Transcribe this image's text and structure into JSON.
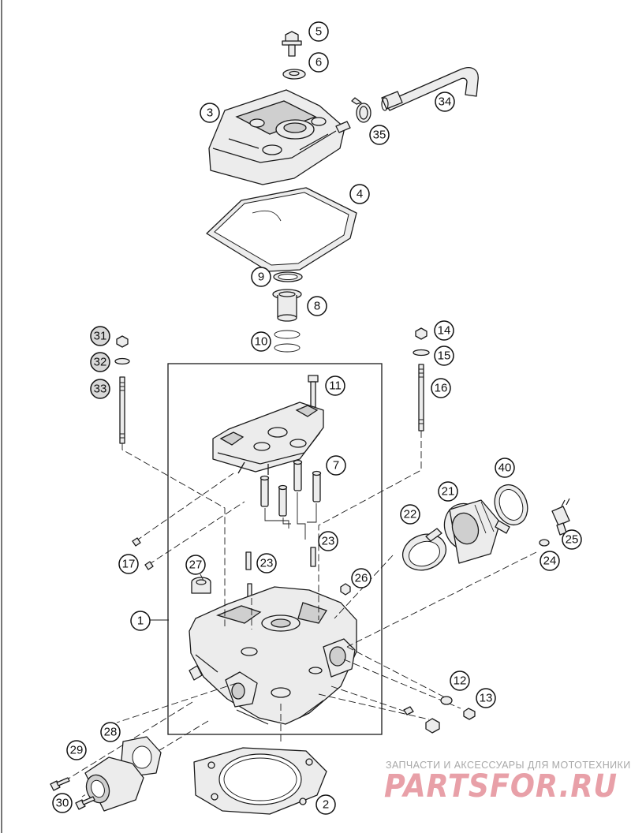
{
  "callouts": {
    "c1": "1",
    "c2": "2",
    "c3": "3",
    "c4": "4",
    "c5": "5",
    "c6": "6",
    "c7": "7",
    "c8": "8",
    "c9": "9",
    "c10": "10",
    "c11": "11",
    "c12": "12",
    "c13": "13",
    "c14": "14",
    "c15": "15",
    "c16": "16",
    "c17": "17",
    "c21": "21",
    "c22": "22",
    "c23a": "23",
    "c23b": "23",
    "c24": "24",
    "c25": "25",
    "c26": "26",
    "c27": "27",
    "c28": "28",
    "c29": "29",
    "c30": "30",
    "c31": "31",
    "c32": "32",
    "c33": "33",
    "c34": "34",
    "c35": "35",
    "c40": "40"
  },
  "watermark": {
    "tagline": "ЗАПЧАСТИ И АКСЕССУАРЫ ДЛЯ МОТОТЕХНИКИ",
    "logo": "PARTSFOR.RU"
  }
}
